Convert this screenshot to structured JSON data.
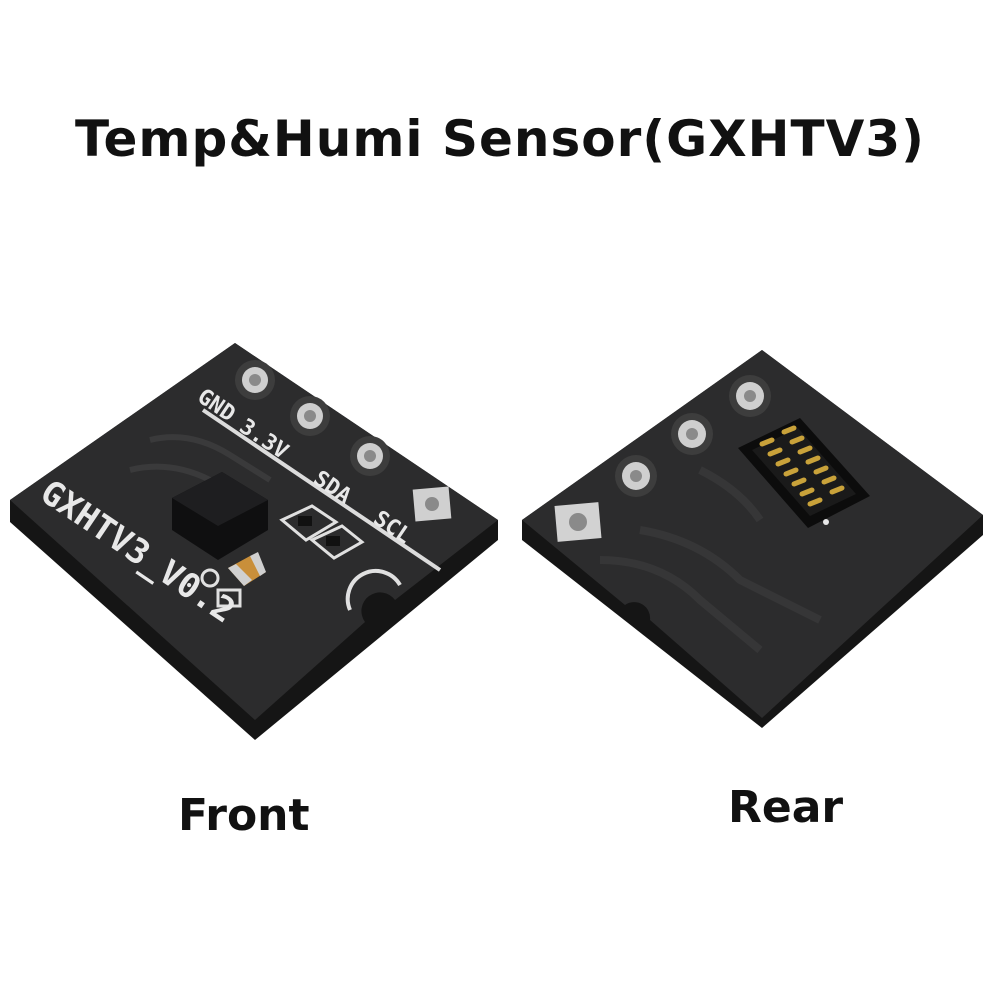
{
  "title": "Temp&Humi Sensor(GXHTV3)",
  "captions": {
    "front": "Front",
    "rear": "Rear"
  },
  "front_board": {
    "pin_labels": [
      "GND",
      "3.3V",
      "SDA",
      "SCL"
    ],
    "model_label": "GXHTV3_V0.2"
  },
  "colors": {
    "background": "#ffffff",
    "pcb": "#2a2a2b",
    "pcb_edge": "#1a1a1a",
    "silkscreen": "#e8e8e8",
    "pad": "#c8c8c8",
    "connector_pins": "#c9a23a"
  }
}
